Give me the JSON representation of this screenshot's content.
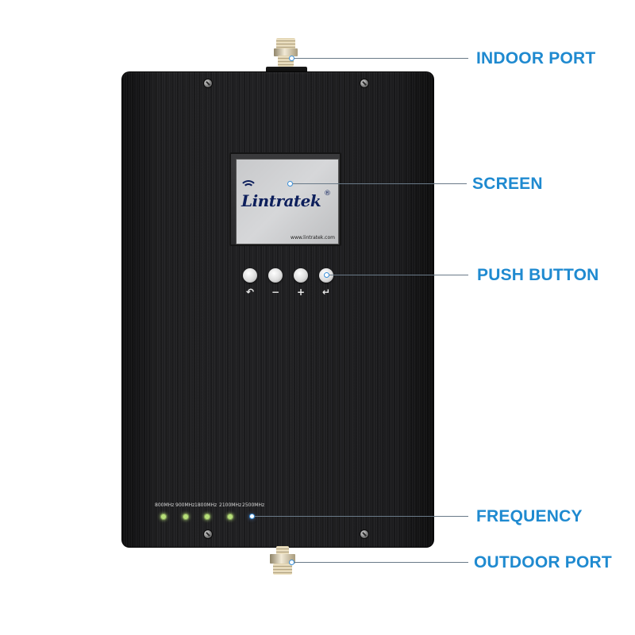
{
  "device": {
    "brand": "Lintratek",
    "registered_mark": "®",
    "website": "www.lintratek.com",
    "body_color": "#1d1d1f"
  },
  "buttons": [
    {
      "name": "back",
      "glyph": "↶",
      "icon": "back-arrow-icon"
    },
    {
      "name": "minus",
      "glyph": "−",
      "icon": "minus-icon"
    },
    {
      "name": "plus",
      "glyph": "+",
      "icon": "plus-icon"
    },
    {
      "name": "enter",
      "glyph": "↵",
      "icon": "enter-icon"
    }
  ],
  "frequencies": [
    {
      "label": "800MHz",
      "led_color": "#b8e07a"
    },
    {
      "label": "900MHz",
      "led_color": "#b8e07a"
    },
    {
      "label": "1800MHz",
      "led_color": "#b8e07a"
    },
    {
      "label": "2100MHz",
      "led_color": "#b8e07a"
    },
    {
      "label": "2500MHz",
      "led_color": "#3b4f6e"
    }
  ],
  "callouts": {
    "indoor_port": "INDOOR PORT",
    "screen": "SCREEN",
    "push_button": "PUSH BUTTON",
    "frequency": "FREQUENCY",
    "outdoor_port": "OUTDOOR PORT",
    "accent_color": "#1f8ad0"
  }
}
